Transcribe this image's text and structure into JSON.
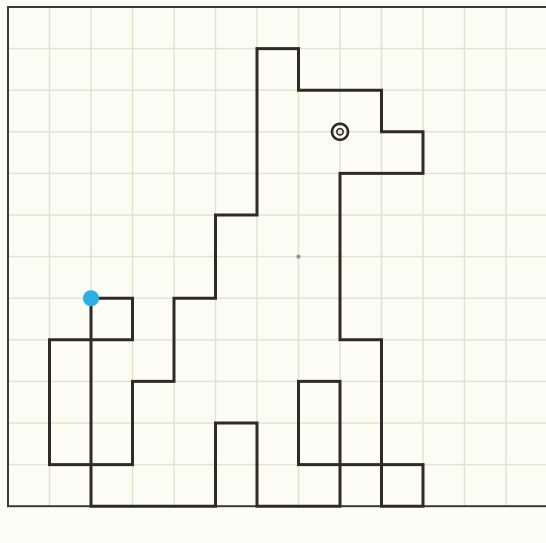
{
  "puzzle": {
    "kind": "grid-drawing",
    "grid": {
      "columns": 13,
      "rows": 12
    },
    "colors": {
      "paper": "#fbfcf4",
      "grid_line": "#dfe2cf",
      "border": "#3a3a3a",
      "outline": "#2e2a25",
      "start_dot": "#29b0e6",
      "eye": "#2e2a25",
      "center_mark": "#8f8f8f"
    },
    "outline_path": [
      [
        6,
        1
      ],
      [
        7,
        1
      ],
      [
        7,
        2
      ],
      [
        9,
        2
      ],
      [
        9,
        3
      ],
      [
        10,
        3
      ],
      [
        10,
        4
      ],
      [
        8,
        4
      ],
      [
        8,
        8
      ],
      [
        9,
        8
      ],
      [
        9,
        11
      ],
      [
        10,
        11
      ],
      [
        10,
        12
      ],
      [
        9,
        12
      ],
      [
        9,
        11
      ],
      [
        8,
        11
      ],
      [
        8,
        9
      ],
      [
        7,
        9
      ],
      [
        7,
        11
      ],
      [
        8,
        11
      ],
      [
        8,
        12
      ],
      [
        6,
        12
      ],
      [
        6,
        10
      ],
      [
        5,
        10
      ],
      [
        5,
        12
      ],
      [
        2,
        12
      ],
      [
        2,
        11
      ],
      [
        1,
        11
      ],
      [
        1,
        8
      ],
      [
        3,
        8
      ],
      [
        3,
        7
      ],
      [
        2,
        7
      ],
      [
        2,
        11
      ],
      [
        3,
        11
      ],
      [
        3,
        9
      ],
      [
        4,
        9
      ],
      [
        4,
        7
      ],
      [
        5,
        7
      ],
      [
        5,
        5
      ],
      [
        6,
        5
      ],
      [
        6,
        1
      ]
    ],
    "start_point": [
      2,
      7
    ],
    "eye_point": [
      8,
      3
    ],
    "center_point": [
      7,
      6
    ]
  }
}
